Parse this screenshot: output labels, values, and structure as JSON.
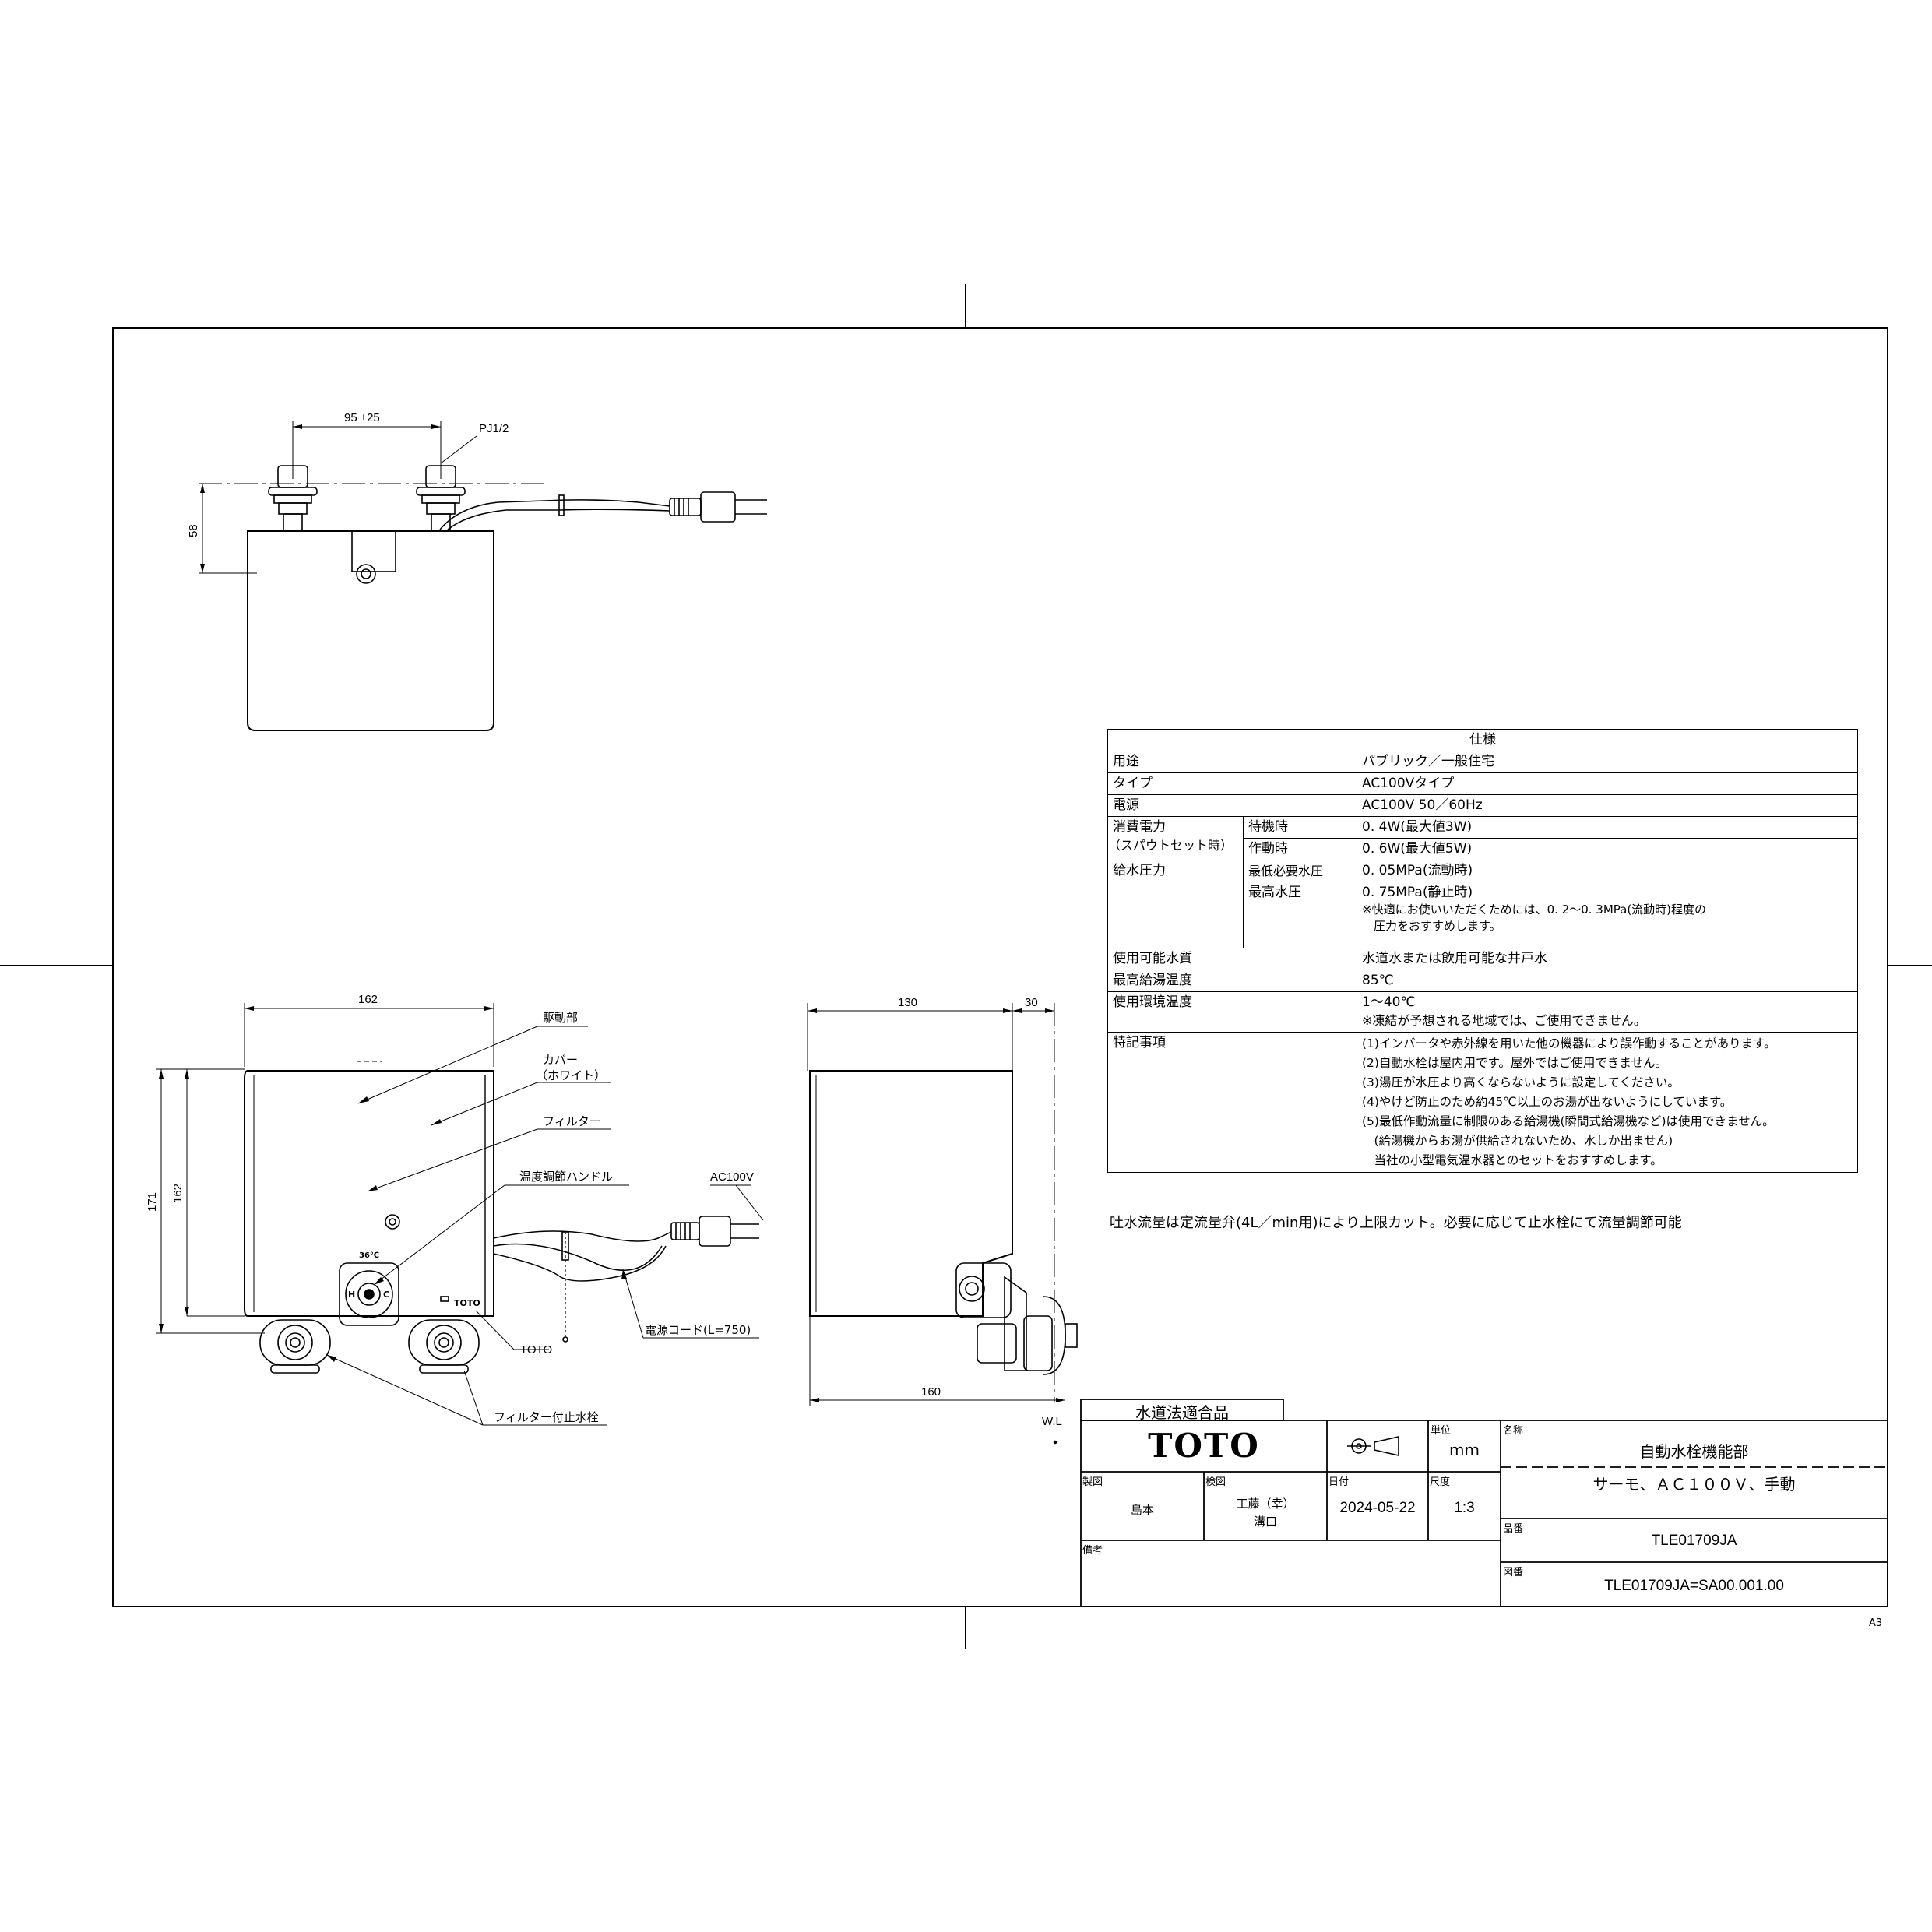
{
  "sheet": {
    "size_mark": "A3"
  },
  "top_view": {
    "dim_width": "95 ±25",
    "dim_height": "58",
    "pipe_label": "PJ1/2"
  },
  "front_view": {
    "dim_width": "162",
    "dim_height_total": "171",
    "dim_height_body": "162",
    "callouts": {
      "drive": "駆動部",
      "cover": "カバー",
      "cover_sub": "（ホワイト）",
      "filter": "フィルター",
      "temp_handle": "温度調節ハンドル",
      "ac": "AC100V",
      "cord": "電源コード(L=750)",
      "toto": "TOTO",
      "filter_valve": "フィルター付止水栓"
    },
    "handle_temp": "36℃",
    "handle_h": "H",
    "handle_c": "C",
    "brand_mark": "TOTO"
  },
  "side_view": {
    "dim_depth": "130",
    "dim_spout": "30",
    "dim_total": "160",
    "wl_label": "W.L"
  },
  "spec": {
    "header": "仕様",
    "rows": [
      {
        "label": "用途",
        "value": "パブリック／一般住宅"
      },
      {
        "label": "タイプ",
        "value": "AC100Vタイプ"
      },
      {
        "label": "電源",
        "value": "AC100V 50／60Hz"
      }
    ],
    "power": {
      "label": "消費電力",
      "label2": "（スパウトセット時）",
      "standby_label": "待機時",
      "standby_value": "0. 4W(最大値3W)",
      "operate_label": "作動時",
      "operate_value": "0. 6W(最大値5W)"
    },
    "pressure": {
      "label": "給水圧力",
      "min_label": "最低必要水圧",
      "min_value": "0. 05MPa(流動時)",
      "max_label": "最高水圧",
      "max_value": "0. 75MPa(静止時)",
      "note1": "※快適にお使いいただくためには、0. 2～0. 3MPa(流動時)程度の",
      "note2": "　圧力をおすすめします。"
    },
    "water_quality": {
      "label": "使用可能水質",
      "value": "水道水または飲用可能な井戸水"
    },
    "max_temp": {
      "label": "最高給湯温度",
      "value": "85℃"
    },
    "env_temp": {
      "label": "使用環境温度",
      "value": "1～40℃",
      "note": "※凍結が予想される地域では、ご使用できません。"
    },
    "features": {
      "label": "特記事項",
      "items": [
        "(1)インバータや赤外線を用いた他の機器により誤作動することがあります。",
        "(2)自動水栓は屋内用です。屋外ではご使用できません。",
        "(3)湯圧が水圧より高くならないように設定してください。",
        "(4)やけど防止のため約45℃以上のお湯が出ないようにしています。",
        "(5)最低作動流量に制限のある給湯機(瞬間式給湯機など)は使用できません。",
        "　(給湯機からお湯が供給されないため、水しか出ません)",
        "　当社の小型電気温水器とのセットをおすすめします。"
      ]
    },
    "flow_note": "吐水流量は定流量弁(4L／min用)により上限カット。必要に応じて止水栓にて流量調節可能"
  },
  "title_block": {
    "compliance": "水道法適合品",
    "brand": "TOTO",
    "unit_caption": "単位",
    "unit": "mm",
    "name_caption": "名称",
    "name1": "自動水栓機能部",
    "name2": "サーモ、ＡＣ１００Ｖ、手動",
    "drawn_caption": "製図",
    "drawn": "島本",
    "checked_caption": "検図",
    "checked1": "工藤（幸）",
    "checked2": "溝口",
    "date_caption": "日付",
    "date": "2024-05-22",
    "scale_caption": "尺度",
    "scale": "1:3",
    "part_caption": "品番",
    "part": "TLE01709JA",
    "remarks_caption": "備考",
    "drawing_no_caption": "図番",
    "drawing_no": "TLE01709JA=SA00.001.00"
  }
}
